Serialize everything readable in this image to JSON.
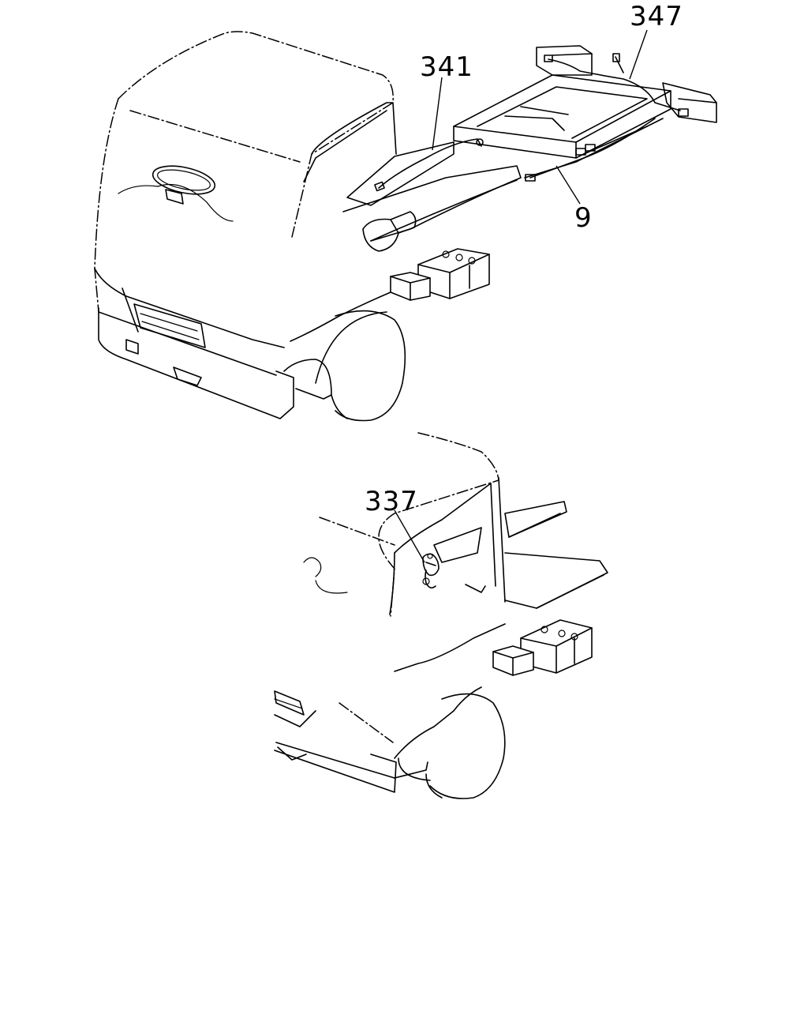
{
  "callouts": {
    "c347": "347",
    "c341": "341",
    "c9": "9",
    "c337": "337"
  },
  "colors": {
    "line": "#000000",
    "background": "#ffffff"
  }
}
